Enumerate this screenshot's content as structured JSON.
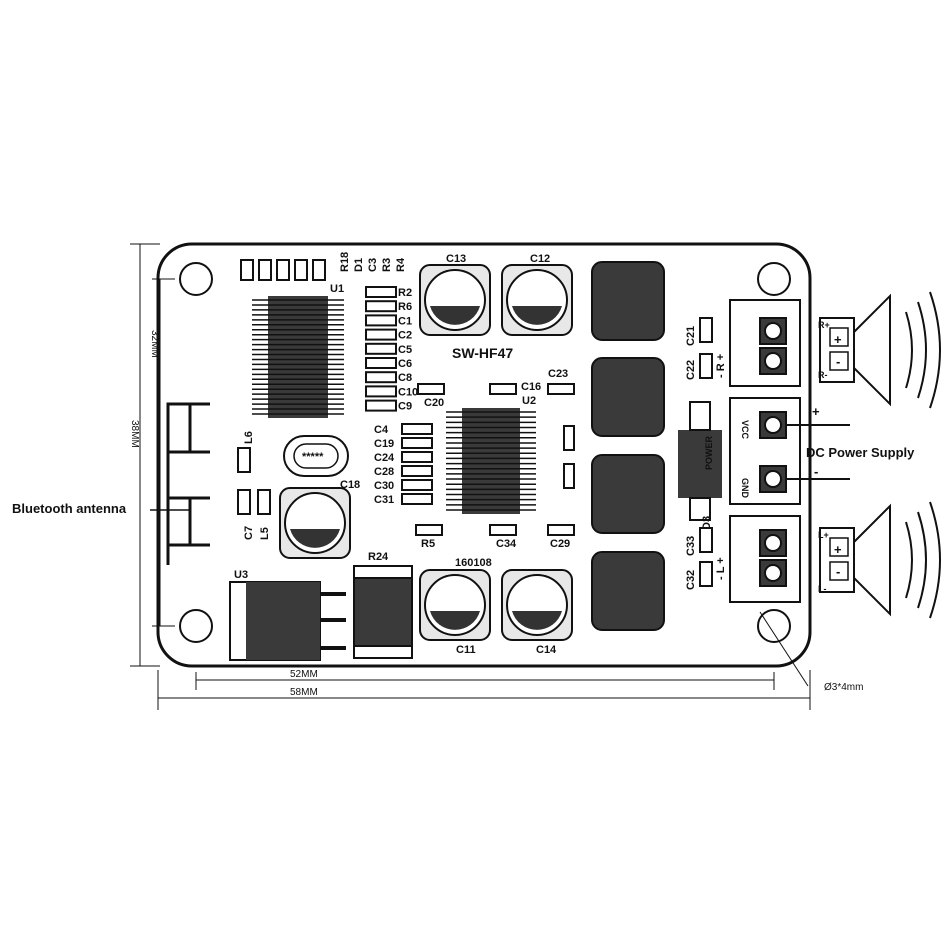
{
  "board": {
    "model": "SW-HF47",
    "date_code": "160108",
    "vertical_labels": [
      "R18",
      "D1",
      "C3",
      "R3",
      "R4"
    ],
    "u1": "U1",
    "u2": "U2",
    "u3": "U3",
    "right_column_labels": [
      "R2",
      "R6",
      "C1",
      "C2",
      "C5",
      "C6",
      "C8",
      "C10",
      "C9"
    ],
    "left_column_labels": [
      "C4",
      "C19",
      "C24",
      "C28",
      "C30",
      "C31"
    ],
    "c13": "C13",
    "c12": "C12",
    "c11": "C11",
    "c14": "C14",
    "c18": "C18",
    "c20": "C20",
    "c16": "C16",
    "c23": "C23",
    "r5": "R5",
    "c34": "C34",
    "c29": "C29",
    "r24": "R24",
    "l6": "L6",
    "c7": "C7",
    "l5": "L5",
    "c21": "C21",
    "c22": "C22",
    "c33": "C33",
    "c32": "C32",
    "d3": "D3",
    "r_dash": "- R +",
    "l_dash": "- L +",
    "vcc": "VCC",
    "power": "POWER",
    "gnd": "GND",
    "spk_r_plus": "R+",
    "spk_r_minus": "R-",
    "spk_l_plus": "L+",
    "spk_l_minus": "L-",
    "crystal_dots": "*****"
  },
  "callouts": {
    "bluetooth": "Bluetooth antenna",
    "dc_power": "DC Power Supply",
    "plus": "+",
    "minus": "-",
    "hole": "Ø3*4mm"
  },
  "dimensions": {
    "height_outer": "38MM",
    "height_inner": "32MM",
    "width_inner": "52MM",
    "width_outer": "58MM"
  }
}
